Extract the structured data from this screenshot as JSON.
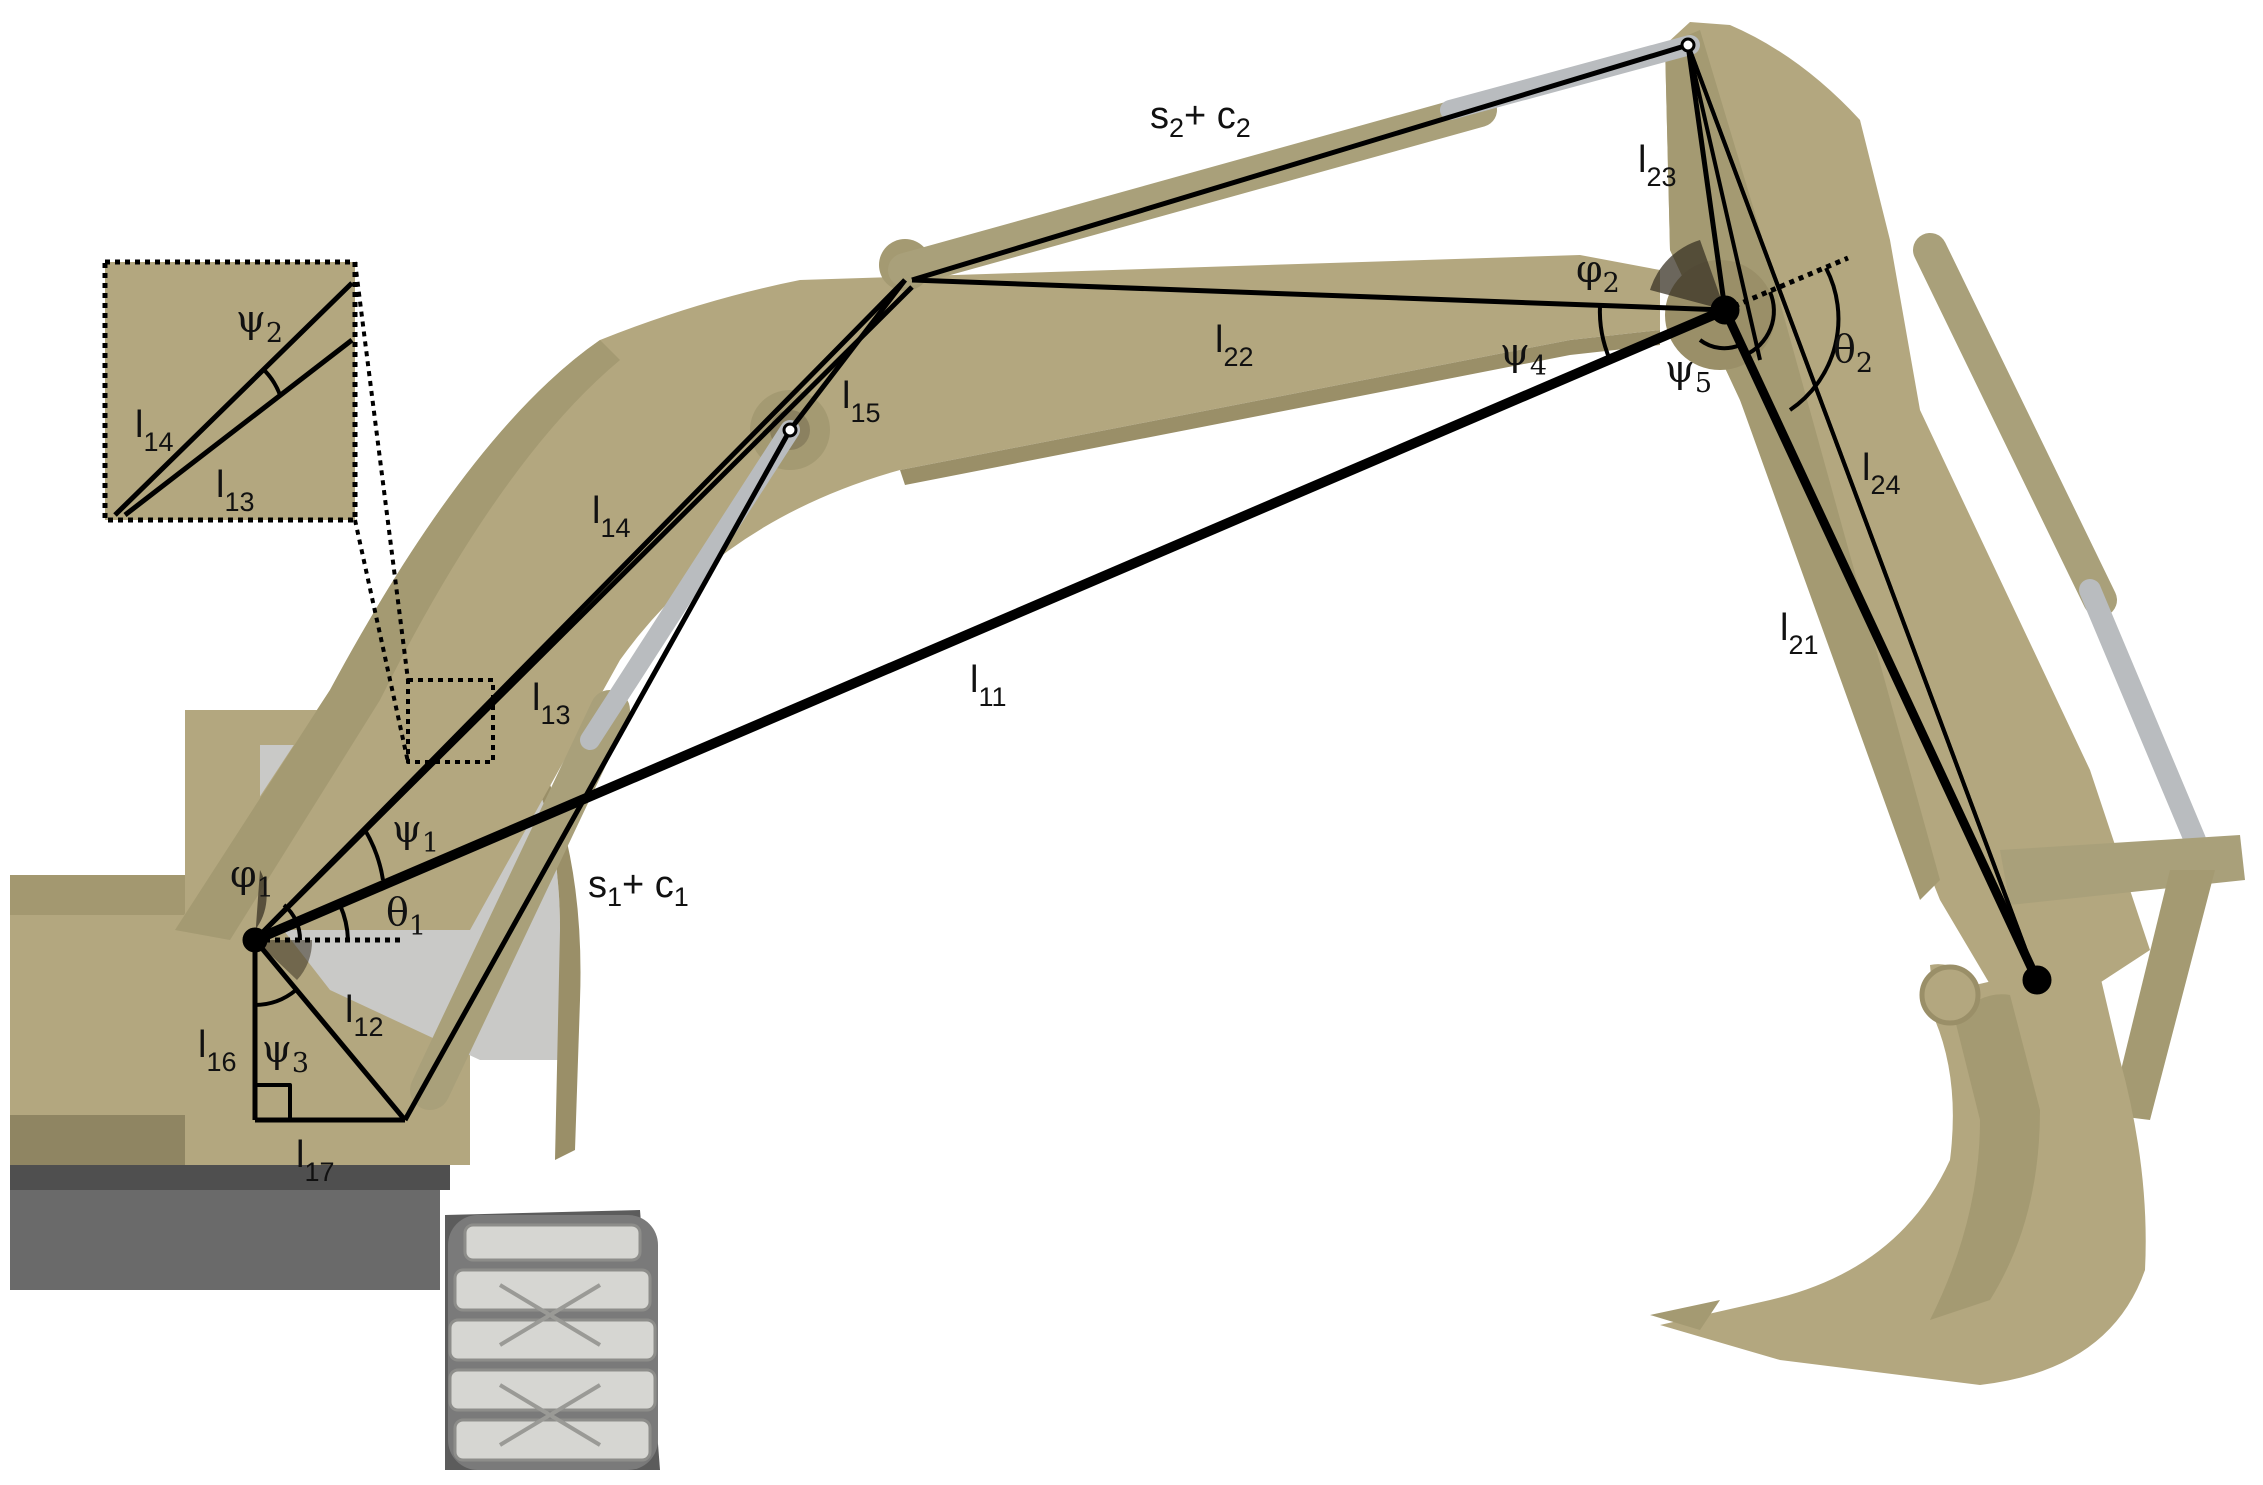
{
  "labels": {
    "s2c2": {
      "main": "s",
      "sub": "2",
      "mid": "+ c",
      "sub2": "2"
    },
    "s1c1": {
      "main": "s",
      "sub": "1",
      "mid": "+ c",
      "sub2": "1"
    },
    "l23": {
      "main": "l",
      "sub": "23"
    },
    "phi2": {
      "main": "φ",
      "sub": "2"
    },
    "l22": {
      "main": "l",
      "sub": "22"
    },
    "psi4": {
      "main": "ψ",
      "sub": "4"
    },
    "psi5": {
      "main": "ψ",
      "sub": "5"
    },
    "theta2": {
      "main": "θ",
      "sub": "2"
    },
    "l24": {
      "main": "l",
      "sub": "24"
    },
    "l21": {
      "main": "l",
      "sub": "21"
    },
    "l15": {
      "main": "l",
      "sub": "15"
    },
    "l14": {
      "main": "l",
      "sub": "14"
    },
    "l13": {
      "main": "l",
      "sub": "13"
    },
    "l11": {
      "main": "l",
      "sub": "11"
    },
    "psi1": {
      "main": "ψ",
      "sub": "1"
    },
    "phi1": {
      "main": "φ",
      "sub": "1"
    },
    "theta1": {
      "main": "θ",
      "sub": "1"
    },
    "l12": {
      "main": "l",
      "sub": "12"
    },
    "l16": {
      "main": "l",
      "sub": "16"
    },
    "psi3": {
      "main": "ψ",
      "sub": "3"
    },
    "l17": {
      "main": "l",
      "sub": "17"
    },
    "inset_psi2": {
      "main": "ψ",
      "sub": "2"
    },
    "inset_l14": {
      "main": "l",
      "sub": "14"
    },
    "inset_l13": {
      "main": "l",
      "sub": "13"
    }
  },
  "colors": {
    "machine_body": "#b3a77f",
    "machine_shade": "#9a8f68",
    "machine_dark": "#7d7352",
    "cylinder_rod": "#b9bcbf",
    "track": "#5a5a5a",
    "cab_glass": "#c9c9c7",
    "lines": "#000000",
    "angle_fill": "#3a3325"
  }
}
